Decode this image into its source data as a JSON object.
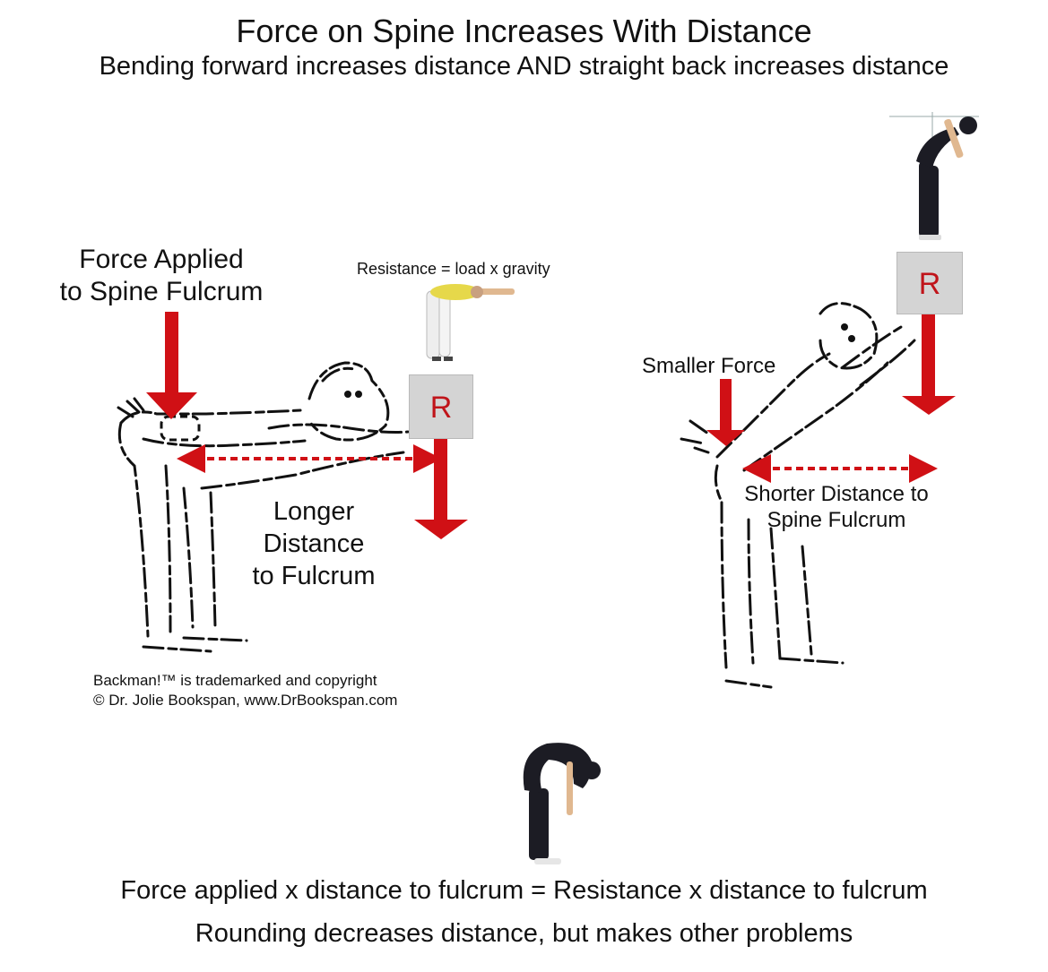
{
  "header": {
    "title": "Force on Spine Increases With Distance",
    "subtitle": "Bending forward increases distance AND straight back increases distance"
  },
  "left_panel": {
    "force_label_line1": "Force Applied",
    "force_label_line2": "to Spine Fulcrum",
    "resistance_formula": "Resistance = load x gravity",
    "resistance_box": "R",
    "distance_line1": "Longer",
    "distance_line2": "Distance",
    "distance_line3": "to Fulcrum",
    "copyright_line1": "Backman!™ is trademarked  and copyright",
    "copyright_line2": "© Dr. Jolie Bookspan, www.DrBookspan.com"
  },
  "right_panel": {
    "force_label": "Smaller Force",
    "resistance_box": "R",
    "distance_line1": "Shorter Distance to",
    "distance_line2": "Spine Fulcrum"
  },
  "footer": {
    "equation": "Force applied x distance to fulcrum = Resistance x distance to fulcrum",
    "note": "Rounding decreases distance, but makes other problems"
  },
  "colors": {
    "arrow_red": "#d01015",
    "box_gray": "#d4d4d4",
    "box_letter": "#c0141a",
    "sketch_line": "#111111",
    "top_shirt": "#e6d84a",
    "pants": "#f2f2f2",
    "dark_outfit": "#1c1c24"
  },
  "icons": [
    "down-arrow-icon",
    "dashed-double-arrow-icon",
    "backman-sketch",
    "person-photo"
  ]
}
